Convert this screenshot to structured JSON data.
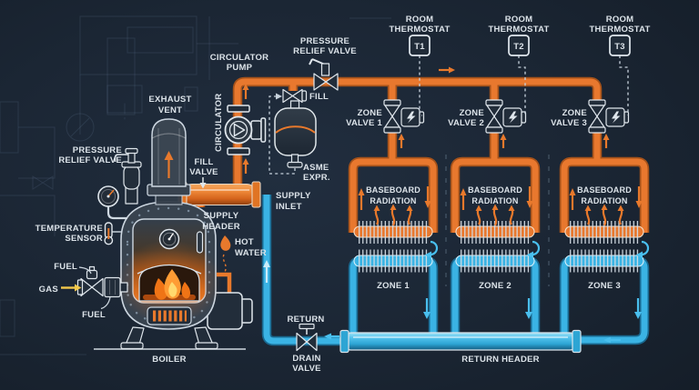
{
  "colors": {
    "background": "#1b2634",
    "supply_orange": "#e8782e",
    "return_blue": "#3ab3e4",
    "outline_white": "#dce3e9",
    "gas_yellow": "#f2c84b"
  },
  "labels": {
    "exhaust_vent": {
      "line1": "EXHAUST",
      "line2": "VENT"
    },
    "pressure_relief_valve_left": {
      "line1": "PRESSURE",
      "line2": "RELIEF VALVE"
    },
    "temperature_sensor": {
      "line1": "TEMPERATURE",
      "line2": "SENSOR"
    },
    "fuel_top": "FUEL",
    "gas": "GAS",
    "fuel_bottom": "FUEL",
    "boiler": "BOILER",
    "circulator_pump": {
      "line1": "CIRCULATOR",
      "line2": "PUMP"
    },
    "circulator_vertical": "CIRCULATOR",
    "pressure_relief_valve_top": {
      "line1": "PRESSURE",
      "line2": "RELIEF VALVE"
    },
    "fill": "FILL",
    "fill_valve": {
      "line1": "FILL",
      "line2": "VALVE"
    },
    "asme_expansion": {
      "line1": "ASME",
      "line2": "EXPR."
    },
    "supply_header": {
      "line1": "SUPPLY",
      "line2": "HEADER"
    },
    "supply_inlet": {
      "line1": "SUPPLY",
      "line2": "INLET"
    },
    "hot_water": {
      "line1": "HOT",
      "line2": "WATER"
    },
    "return": "RETURN",
    "drain_valve": {
      "line1": "DRAIN",
      "line2": "VALVE"
    },
    "return_header": "RETURN HEADER"
  },
  "zones": [
    {
      "thermostat_label": {
        "line1": "ROOM",
        "line2": "THERMOSTAT"
      },
      "thermostat_id": "T1",
      "valve_label": {
        "line1": "ZONE",
        "line2": "VALVE 1"
      },
      "baseboard_label": {
        "line1": "BASEBOARD",
        "line2": "RADIATION"
      },
      "zone_name": "ZONE 1"
    },
    {
      "thermostat_label": {
        "line1": "ROOM",
        "line2": "THERMOSTAT"
      },
      "thermostat_id": "T2",
      "valve_label": {
        "line1": "ZONE",
        "line2": "VALVE 2"
      },
      "baseboard_label": {
        "line1": "BASEBOARD",
        "line2": "RADIATION"
      },
      "zone_name": "ZONE 2"
    },
    {
      "thermostat_label": {
        "line1": "ROOM",
        "line2": "THERMOSTAT"
      },
      "thermostat_id": "T3",
      "valve_label": {
        "line1": "ZONE",
        "line2": "VALVE 3"
      },
      "baseboard_label": {
        "line1": "BASEBOARD",
        "line2": "RADIATION"
      },
      "zone_name": "ZONE 3"
    }
  ]
}
